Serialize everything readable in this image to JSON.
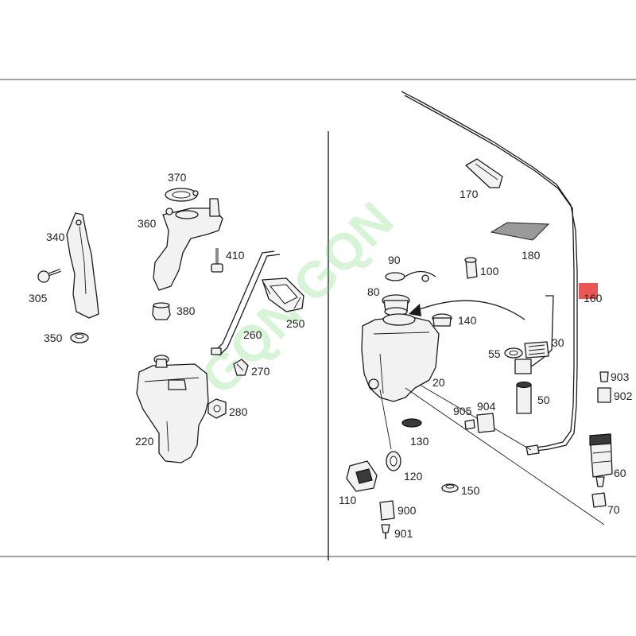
{
  "watermark": "GQN GQN",
  "highlight_color": "#e53935",
  "callouts": {
    "p370": "370",
    "p360": "360",
    "p410": "410",
    "p340": "340",
    "p305": "305",
    "p380": "380",
    "p350": "350",
    "p260": "260",
    "p250": "250",
    "p270": "270",
    "p280": "280",
    "p220": "220",
    "p170": "170",
    "p180": "180",
    "p90": "90",
    "p100": "100",
    "p80": "80",
    "p160": "160",
    "p140": "140",
    "p30": "30",
    "p55": "55",
    "p20": "20",
    "p50": "50",
    "p903": "903",
    "p902": "902",
    "p905": "905",
    "p904": "904",
    "p130": "130",
    "p60": "60",
    "p120": "120",
    "p150": "150",
    "p110": "110",
    "p900": "900",
    "p70": "70",
    "p901": "901"
  }
}
